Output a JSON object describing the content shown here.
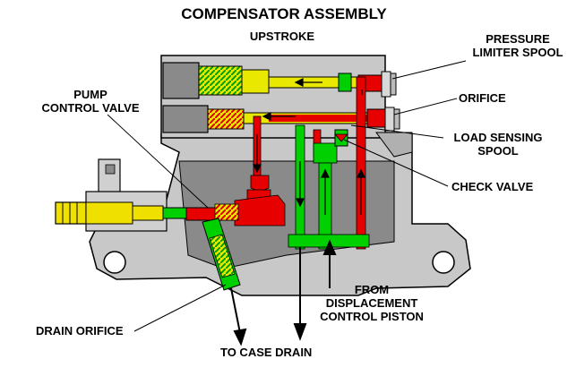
{
  "title": "COMPENSATOR ASSEMBLY",
  "subtitle": "UPSTROKE",
  "labels": {
    "pressure_limiter_spool": [
      "PRESSURE",
      "LIMITER SPOOL"
    ],
    "orifice": "ORIFICE",
    "load_sensing_spool": [
      "LOAD SENSING",
      "SPOOL"
    ],
    "check_valve": "CHECK VALVE",
    "pump_control_valve": [
      "PUMP",
      "CONTROL VALVE"
    ],
    "drain_orifice": "DRAIN ORIFICE",
    "to_case_drain": "TO CASE DRAIN",
    "from_displacement_control_piston": [
      "FROM",
      "DISPLACEMENT",
      "CONTROL PISTON"
    ]
  },
  "colors": {
    "housing": "#c8c8c8",
    "housing_dark": "#8a8a8a",
    "pressure_oil": "#e60000",
    "drain_oil": "#00d000",
    "spring": "#e8e800",
    "solenoid": "#f0e000",
    "outline": "#000000"
  }
}
